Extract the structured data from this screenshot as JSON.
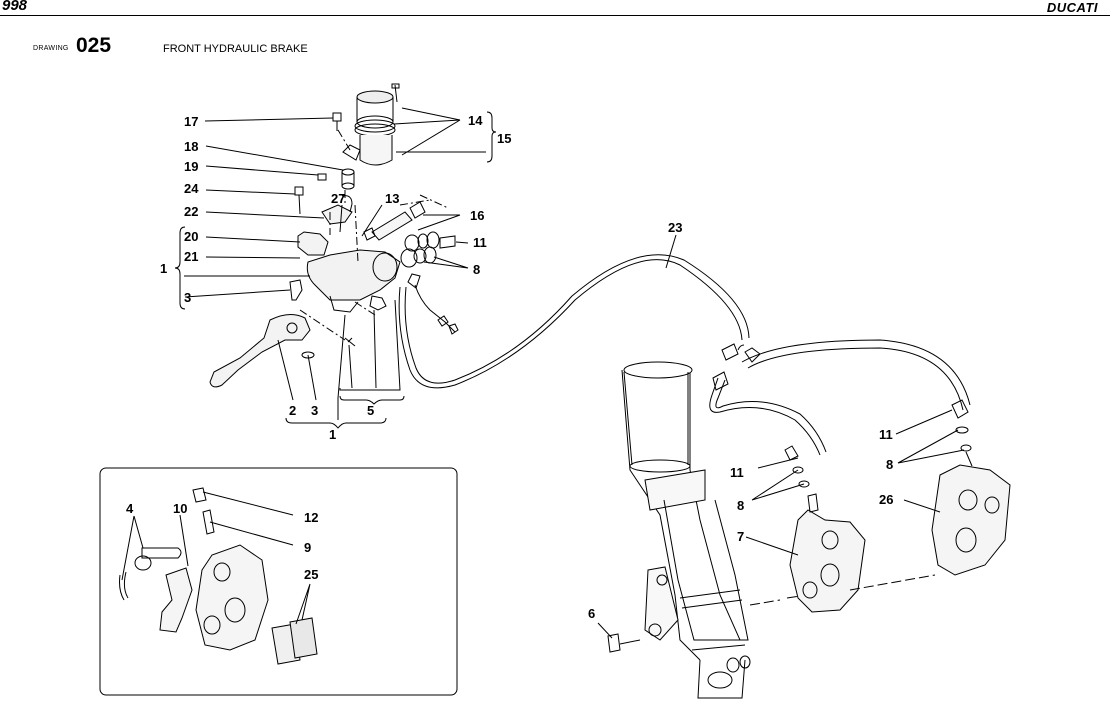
{
  "header": {
    "model": "998",
    "brand": "DUCATI",
    "drawing_label": "DRAWING",
    "drawing_number": "025",
    "title": "FRONT HYDRAULIC BRAKE"
  },
  "callouts": {
    "c17": "17",
    "c18": "18",
    "c19": "19",
    "c24": "24",
    "c22": "22",
    "c20": "20",
    "c21": "21",
    "c1a": "1",
    "c3a": "3",
    "c14": "14",
    "c15": "15",
    "c27": "27",
    "c13": "13",
    "c16": "16",
    "c11a": "11",
    "c8a": "8",
    "c23": "23",
    "c2": "2",
    "c3b": "3",
    "c5": "5",
    "c1b": "1",
    "c4": "4",
    "c10": "10",
    "c12": "12",
    "c9": "9",
    "c25": "25",
    "c11b": "11",
    "c8b": "8",
    "c7": "7",
    "c6": "6",
    "c11c": "11",
    "c8c": "8",
    "c26": "26"
  }
}
